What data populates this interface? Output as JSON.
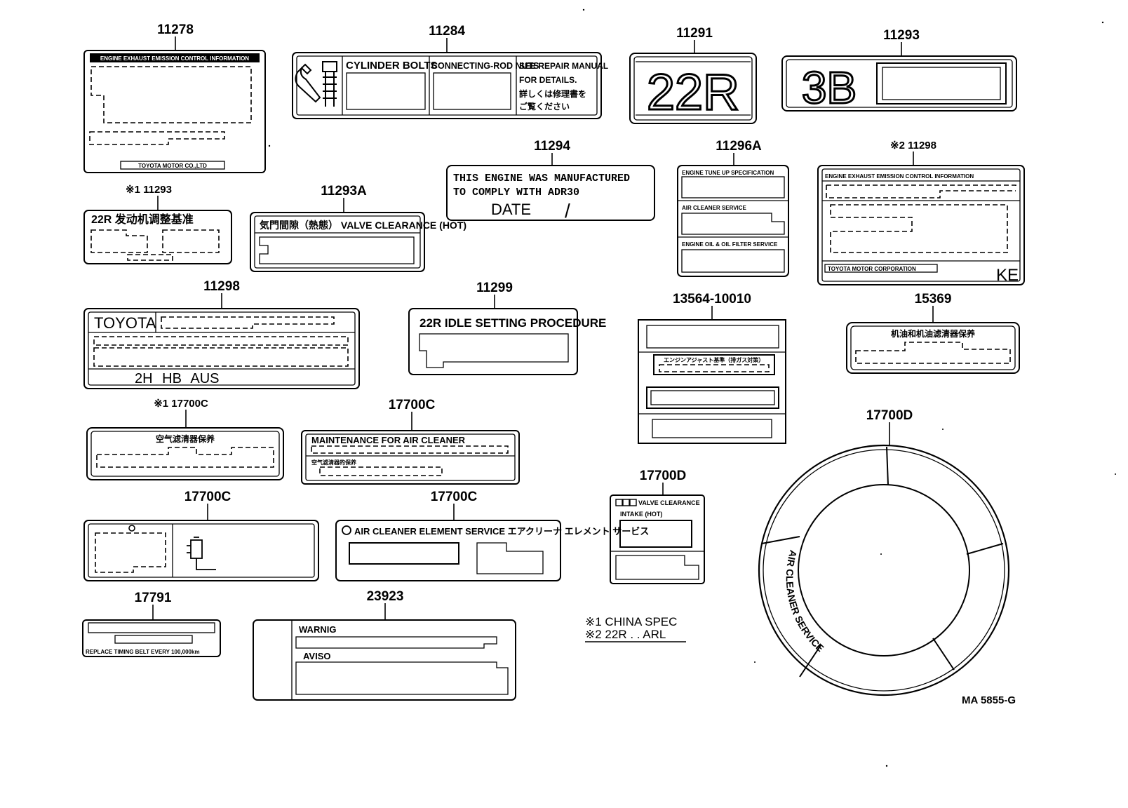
{
  "parts": {
    "p11278": {
      "number": "11278",
      "header": "ENGINE EXHAUST EMISSION CONTROL INFORMATION",
      "footer": "TOYOTA MOTOR CO.,LTD"
    },
    "p11284": {
      "number": "11284",
      "col1": "CYLINDER BOLTS",
      "col2": "CONNECTING-ROD NUTS",
      "col3_line1": "SEE REPAIR MANUAL",
      "col3_line2": "FOR DETAILS.",
      "col3_line3": "詳しくは修理書を",
      "col3_line4": "ご覧ください"
    },
    "p11291": {
      "number": "11291",
      "text": "22R"
    },
    "p11293": {
      "number": "11293",
      "text": "3B"
    },
    "p11293_china": {
      "number": "※1 11293",
      "text": "22R  发动机调整基准"
    },
    "p11293A": {
      "number": "11293A",
      "text": "気門間隙（熱態） VALVE CLEARANCE (HOT)"
    },
    "p11294": {
      "number": "11294",
      "line1": "THIS ENGINE WAS MANUFACTURED",
      "line2": "TO COMPLY WITH ADR30",
      "line3": "DATE",
      "slash": "/"
    },
    "p11296A": {
      "number": "11296A",
      "sec1": "ENGINE TUNE UP SPECIFICATION",
      "sec2": "AIR CLEANER SERVICE",
      "sec3": "ENGINE OIL & OIL FILTER SERVICE"
    },
    "p11298_ke": {
      "number": "※2 11298",
      "header": "ENGINE EXHAUST EMISSION CONTROL INFORMATION",
      "footer": "TOYOTA MOTOR CORPORATION",
      "code": "KE"
    },
    "p11298": {
      "number": "11298",
      "brand": "TOYOTA",
      "codes": "2H    HB    AUS"
    },
    "p11299": {
      "number": "11299",
      "text": "22R IDLE SETTING PROCEDURE"
    },
    "p13564": {
      "number": "13564-10010",
      "text": "エンジンアジャスト基準（排ガス対策）"
    },
    "p15369": {
      "number": "15369",
      "text": "机油和机油滤清器保养"
    },
    "p17700C_china": {
      "number": "※1 17700C",
      "text": "空气滤清器保养"
    },
    "p17700C_a": {
      "number": "17700C",
      "line1": "MAINTENANCE FOR AIR CLEANER",
      "line2": "空气滤清器的保养"
    },
    "p17700C_b": {
      "number": "17700C"
    },
    "p17700C_c": {
      "number": "17700C",
      "text": "AIR CLEANER ELEMENT SERVICE  エアクリーナ エレメント サービス"
    },
    "p17700D_small": {
      "number": "17700D",
      "line1": "VALVE CLEARANCE",
      "line2": "INTAKE (HOT)"
    },
    "p17700D_ring": {
      "number": "17700D",
      "text": "AIR CLEANER SERVICE"
    },
    "p17791": {
      "number": "17791",
      "text": "REPLACE TIMING BELT EVERY 100,000km"
    },
    "p23923": {
      "number": "23923",
      "line1": "WARNIG",
      "line2": "AVISO"
    }
  },
  "notes": {
    "note1": "※1 CHINA SPEC",
    "note2": "※2 22R . . ARL"
  },
  "figure_code": "MA 5855-G"
}
